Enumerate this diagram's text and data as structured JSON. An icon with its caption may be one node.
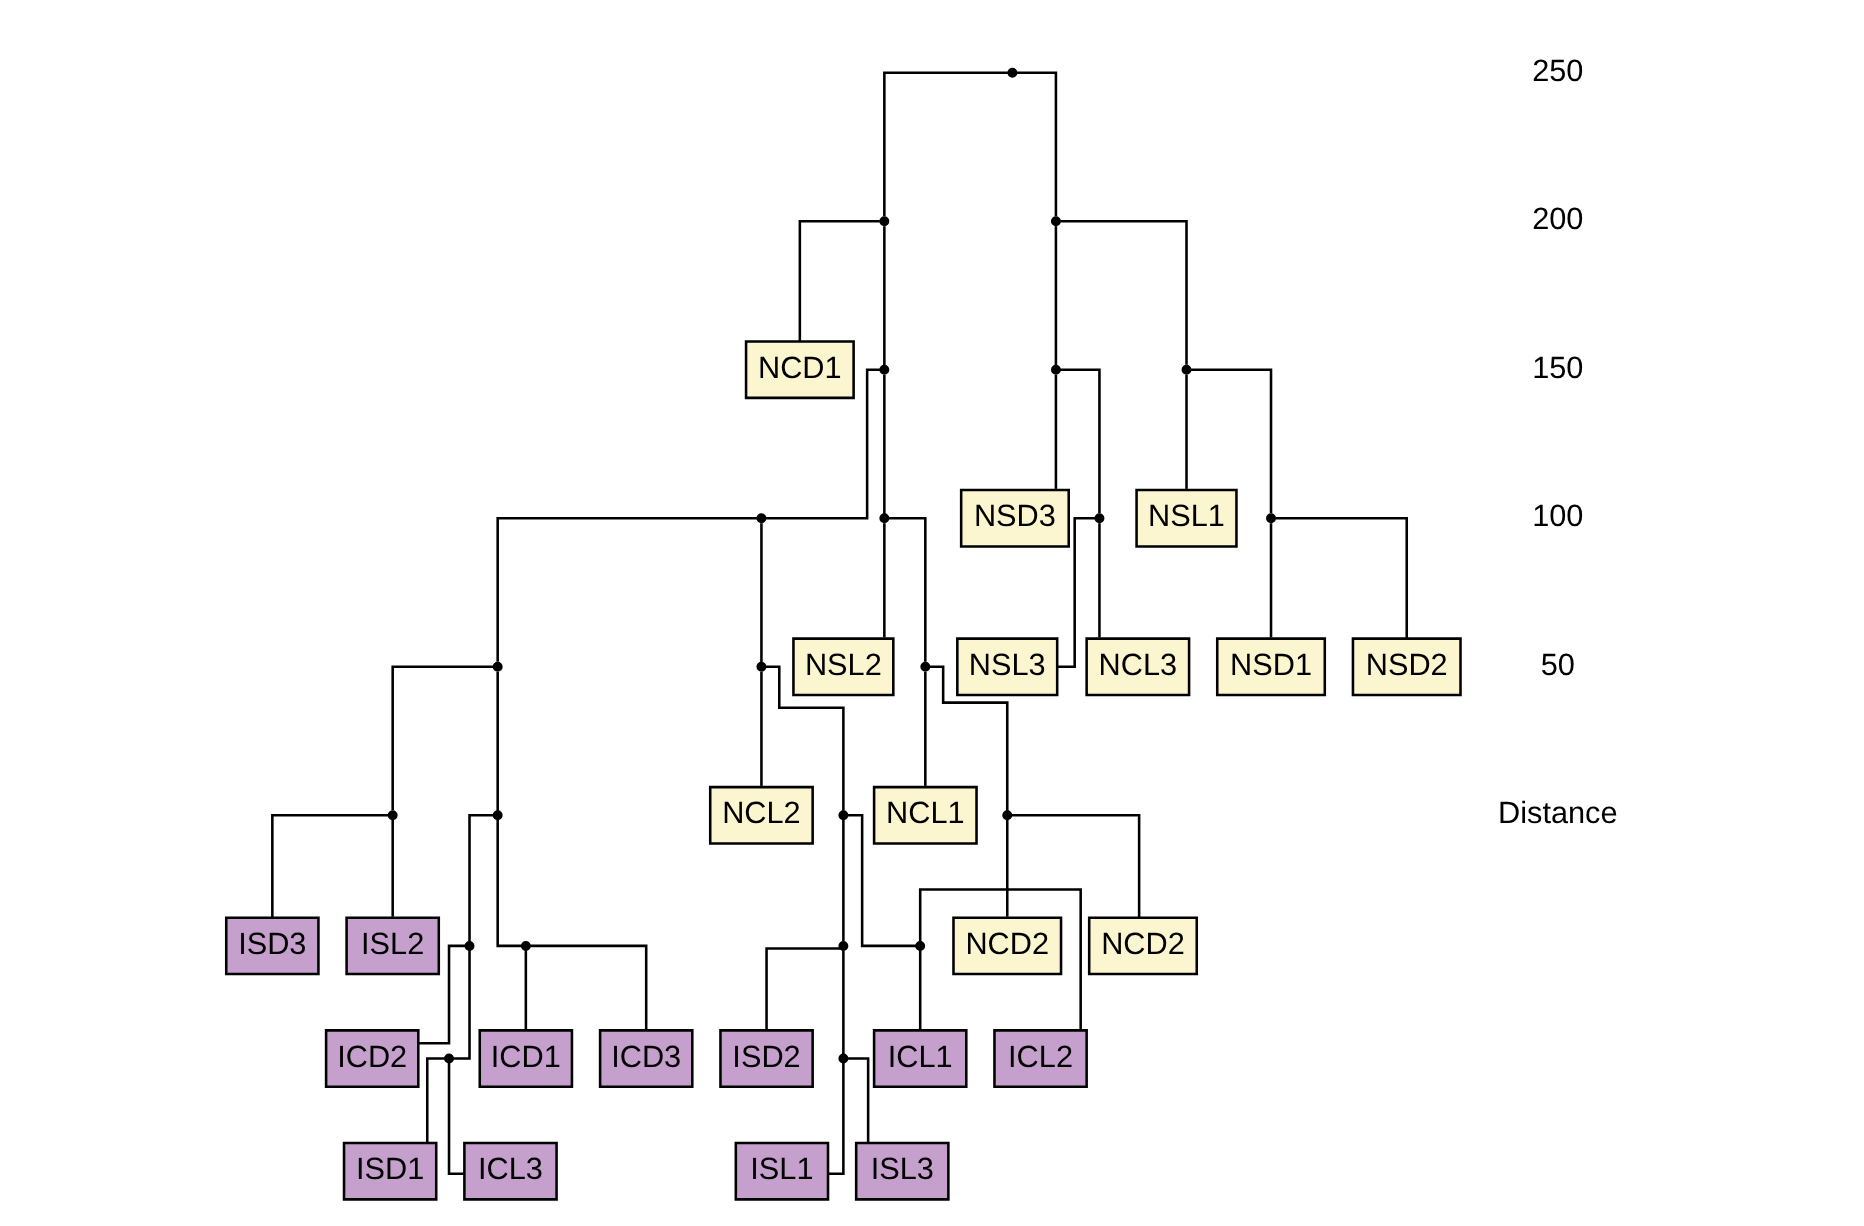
{
  "diagram": {
    "nodes": [
      {
        "text": [
          "NSL1"
        ]
      },
      {
        "text": [
          "NSD1"
        ]
      },
      {
        "text": [
          "NSD2"
        ]
      },
      {
        "text": [
          "NSL3"
        ]
      },
      {
        "text": [
          "NCL3"
        ]
      },
      {
        "text": [
          "NSD3"
        ]
      },
      {
        "text": [
          "NSL2"
        ]
      },
      {
        "text": [
          "NCD2"
        ]
      },
      {
        "text": [
          "NCD2"
        ]
      },
      {
        "text": [
          "NCL1"
        ]
      },
      {
        "text": [
          "ICD1"
        ]
      },
      {
        "text": [
          "ICD3"
        ]
      },
      {
        "text": [
          "ICD2"
        ]
      },
      {
        "text": [
          "ISD1"
        ]
      },
      {
        "text": [
          "ICL3"
        ]
      },
      {
        "text": [
          "ISD3"
        ]
      },
      {
        "text": [
          "ISL2"
        ]
      },
      {
        "text": [
          "ISD2"
        ]
      },
      {
        "text": [
          "ISL1"
        ]
      },
      {
        "text": [
          "ISL3"
        ]
      },
      {
        "text": [
          "ICL1"
        ]
      },
      {
        "text": [
          "ICL2"
        ]
      },
      {
        "text": [
          "NCL2"
        ]
      },
      {
        "text": [
          "NCD1"
        ]
      },
      {
        "text": [],
        "shape": "point"
      },
      {
        "text": [],
        "shape": "point"
      },
      {
        "text": [],
        "shape": "point"
      },
      {
        "text": [],
        "shape": "point"
      },
      {
        "text": [],
        "shape": "point"
      },
      {
        "text": [],
        "shape": "point"
      },
      {
        "text": [],
        "shape": "point"
      },
      {
        "text": [],
        "shape": "point"
      },
      {
        "text": [],
        "shape": "point"
      },
      {
        "text": [],
        "shape": "point"
      },
      {
        "text": [],
        "shape": "point"
      },
      {
        "text": [],
        "shape": "point"
      },
      {
        "text": [],
        "shape": "point"
      },
      {
        "text": [],
        "shape": "point"
      },
      {
        "text": [],
        "shape": "point"
      },
      {
        "text": [],
        "shape": "point"
      },
      {
        "text": [],
        "shape": "point"
      },
      {
        "text": [],
        "shape": "point"
      },
      {
        "text": [],
        "shape": "point"
      },
      {
        "text": [],
        "shape": "point"
      },
      {
        "text": [],
        "shape": "point"
      },
      {
        "text": [],
        "shape": "point"
      },
      {
        "text": [],
        "shape": "point"
      }
    ],
    "edges": [
      {
        "from": 24,
        "to": 30,
        "arrow": "none"
      },
      {
        "from": 24,
        "to": 25,
        "arrow": "none"
      },
      {
        "from": 30,
        "to": 39,
        "arrow": "none"
      },
      {
        "from": 30,
        "to": 36,
        "arrow": "none"
      },
      {
        "from": 39,
        "to": 0,
        "arrow": "none"
      },
      {
        "from": 39,
        "to": 46,
        "arrow": "none"
      },
      {
        "from": 46,
        "to": 1,
        "arrow": "none"
      },
      {
        "from": 46,
        "to": 2,
        "arrow": "none"
      },
      {
        "from": 36,
        "to": 44,
        "arrow": "none"
      },
      {
        "from": 36,
        "to": 5,
        "arrow": "none"
      },
      {
        "from": 44,
        "to": 3,
        "arrow": "none"
      },
      {
        "from": 44,
        "to": 4,
        "arrow": "none"
      },
      {
        "from": 25,
        "to": 26,
        "arrow": "none"
      },
      {
        "from": 25,
        "to": 23,
        "arrow": "none"
      },
      {
        "from": 26,
        "to": 32,
        "arrow": "none"
      },
      {
        "from": 26,
        "to": 27,
        "arrow": "none"
      },
      {
        "from": 32,
        "to": 6,
        "arrow": "none"
      },
      {
        "from": 32,
        "to": 37,
        "arrow": "none"
      },
      {
        "from": 37,
        "to": 40,
        "arrow": "none"
      },
      {
        "from": 37,
        "to": 9,
        "arrow": "none"
      },
      {
        "from": 40,
        "to": 7,
        "arrow": "none"
      },
      {
        "from": 40,
        "to": 8,
        "arrow": "none"
      },
      {
        "from": 27,
        "to": 28,
        "arrow": "none"
      },
      {
        "from": 27,
        "to": 29,
        "arrow": "none"
      },
      {
        "from": 28,
        "to": 34,
        "arrow": "none"
      },
      {
        "from": 28,
        "to": 31,
        "arrow": "none"
      },
      {
        "from": 34,
        "to": 42,
        "arrow": "none"
      },
      {
        "from": 34,
        "to": 41,
        "arrow": "none"
      },
      {
        "from": 42,
        "to": 10,
        "arrow": "none"
      },
      {
        "from": 42,
        "to": 11,
        "arrow": "none"
      },
      {
        "from": 41,
        "to": 12,
        "arrow": "none"
      },
      {
        "from": 41,
        "to": 45,
        "arrow": "none"
      },
      {
        "from": 45,
        "to": 13,
        "arrow": "none"
      },
      {
        "from": 45,
        "to": 14,
        "arrow": "none"
      },
      {
        "from": 31,
        "to": 15,
        "arrow": "none"
      },
      {
        "from": 31,
        "to": 16,
        "arrow": "none"
      },
      {
        "from": 29,
        "to": 33,
        "arrow": "none"
      },
      {
        "from": 29,
        "to": 22,
        "arrow": "none"
      },
      {
        "from": 33,
        "to": 35,
        "arrow": "none"
      },
      {
        "from": 33,
        "to": 38,
        "arrow": "none"
      },
      {
        "from": 35,
        "to": 17,
        "arrow": "none"
      },
      {
        "from": 35,
        "to": 43,
        "arrow": "none"
      },
      {
        "from": 43,
        "to": 18,
        "arrow": "none"
      },
      {
        "from": 43,
        "to": 19,
        "arrow": "none"
      },
      {
        "from": 38,
        "to": 20,
        "arrow": "none"
      },
      {
        "from": 38,
        "to": 21,
        "arrow": "none"
      }
    ],
    "labels": [
      "250",
      "200",
      "150",
      "100",
      "50",
      "Distance"
    ]
  }
}
